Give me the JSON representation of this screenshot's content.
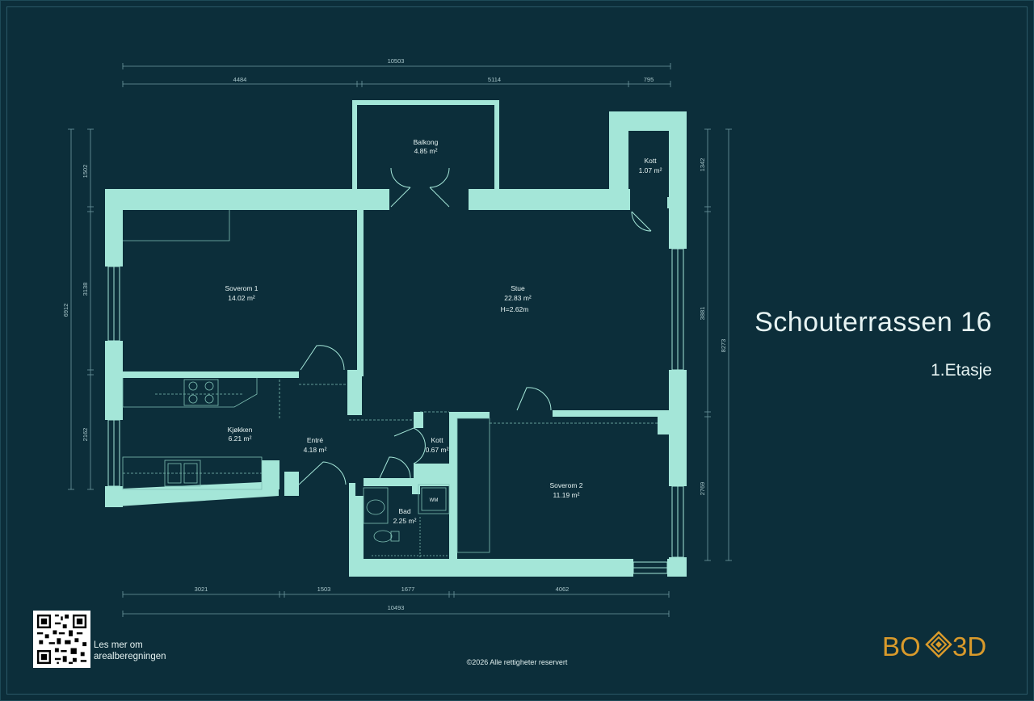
{
  "header": {
    "title": "Schouterrassen 16",
    "floor": "1.Etasje"
  },
  "rooms": {
    "balkong": {
      "name": "Balkong",
      "area": "4.85 m²"
    },
    "kott_top": {
      "name": "Kott",
      "area": "1.07 m²"
    },
    "soverom1": {
      "name": "Soverom 1",
      "area": "14.02 m²"
    },
    "stue": {
      "name": "Stue",
      "area": "22.83 m²",
      "height": "H=2.62m"
    },
    "kjokken": {
      "name": "Kjøkken",
      "area": "6.21 m²"
    },
    "entre": {
      "name": "Entré",
      "area": "4.18 m²"
    },
    "kott_mid": {
      "name": "Kott",
      "area": "0.67 m²"
    },
    "bad": {
      "name": "Bad",
      "area": "2.25 m²"
    },
    "soverom2": {
      "name": "Soverom 2",
      "area": "11.19 m²"
    },
    "wm": "WM"
  },
  "dimensions": {
    "top_total": "10503",
    "top_a": "4484",
    "top_b": "5114",
    "top_c": "795",
    "bottom_a": "3021",
    "bottom_b": "1503",
    "bottom_c": "1677",
    "bottom_d": "4062",
    "bottom_total": "10493",
    "left_total": "6912",
    "left_a": "1502",
    "left_b": "3138",
    "left_c": "2162",
    "right_a": "1342",
    "right_b": "3881",
    "right_c": "2769",
    "right_total": "8273"
  },
  "footer": {
    "qr_label": "Les mer om arealberegningen",
    "copyright": "©2026 Alle rettigheter reservert"
  },
  "logo": {
    "left": "BO",
    "right": "3D"
  },
  "colors": {
    "background": "#0c2e3a",
    "wall": "#a4e6d8",
    "dimension": "#6f9aa1",
    "text": "#e6f3f2",
    "logo": "#d99a2b"
  }
}
